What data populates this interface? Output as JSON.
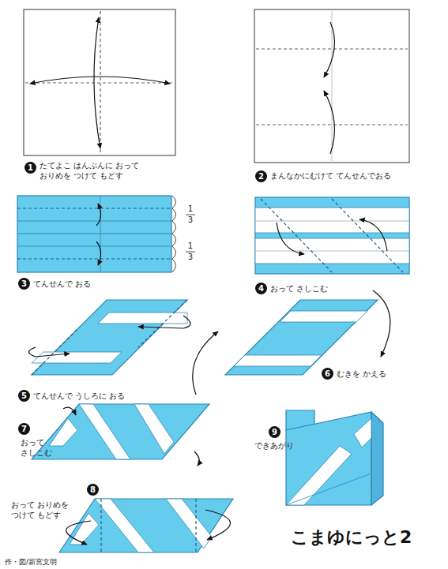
{
  "diagram": {
    "title": "こまゆにっと2",
    "caption": "作・図/新宮文明",
    "labels": [
      "1",
      "たてよこ はんぶんに おって おりめを つけて もどす",
      "2",
      "まんなかにむけて てんせんでおる",
      "1",
      "3",
      "1",
      "3",
      "3",
      "てんせんで おる",
      "4",
      "おって さしこむ",
      "5",
      "てんせんで うしろに おる",
      "6",
      "むきを かえる",
      "7",
      "おって さしこむ",
      "8",
      "おって おりめを つけて もどす",
      "9",
      "できあがり"
    ]
  }
}
